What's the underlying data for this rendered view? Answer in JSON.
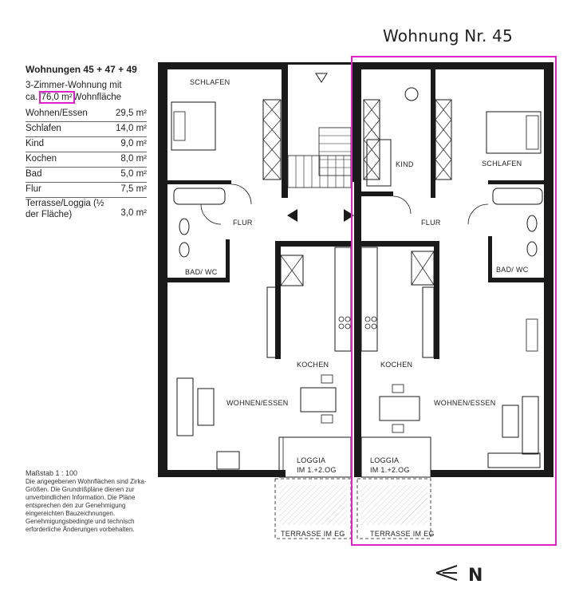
{
  "header": {
    "title": "Wohnung Nr. 45"
  },
  "info": {
    "heading": "Wohnungen 45 + 47 + 49",
    "subtitle_line1": "3-Zimmer-Wohnung mit",
    "area_prefix": "ca.",
    "area_value": "76,0 m²",
    "area_suffix": "Wohnfläche",
    "rows": [
      {
        "label": "Wohnen/Essen",
        "value": "29,5 m²"
      },
      {
        "label": "Schlafen",
        "value": "14,0 m²"
      },
      {
        "label": "Kind",
        "value": "9,0 m²"
      },
      {
        "label": "Kochen",
        "value": "8,0 m²"
      },
      {
        "label": "Bad",
        "value": "5,0 m²"
      },
      {
        "label": "Flur",
        "value": "7,5 m²"
      }
    ],
    "terrace_label": "Terrasse/Loggia (½ der Fläche)",
    "terrace_value": "3,0 m²"
  },
  "scale_note": {
    "title": "Maßstab 1 : 100",
    "text": "Die angegebenen Wohnflächen sind Zirka-Größen. Die Grundrißpläne dienen zur unverbindlichen Information. Die Pläne entsprechen den zur Genehmigung eingereichten Bauzeichnungen. Genehmigungsbedingte und technisch erforderliche Änderungen vorbehalten."
  },
  "rooms": {
    "left_schlafen": "SCHLAFEN",
    "left_flur": "FLUR",
    "left_bad": "BAD/ WC",
    "left_kochen": "KOCHEN",
    "left_wohnen": "WOHNEN/ESSEN",
    "left_loggia": "LOGGIA",
    "left_loggia_sub": "IM 1.+2.OG",
    "left_terrasse": "TERRASSE IM EG",
    "right_kind": "KIND",
    "right_schlafen": "SCHLAFEN",
    "right_flur": "FLUR",
    "right_bad": "BAD/ WC",
    "right_kochen": "KOCHEN",
    "right_wohnen": "WOHNEN/ESSEN",
    "right_loggia": "LOGGIA",
    "right_loggia_sub": "IM 1.+2.OG",
    "right_terrasse": "TERRASSE IM EG"
  },
  "compass": {
    "label": "N",
    "icon": "north-arrow-icon"
  },
  "colors": {
    "highlight": "#e020c8",
    "wall": "#1a1a1a"
  }
}
